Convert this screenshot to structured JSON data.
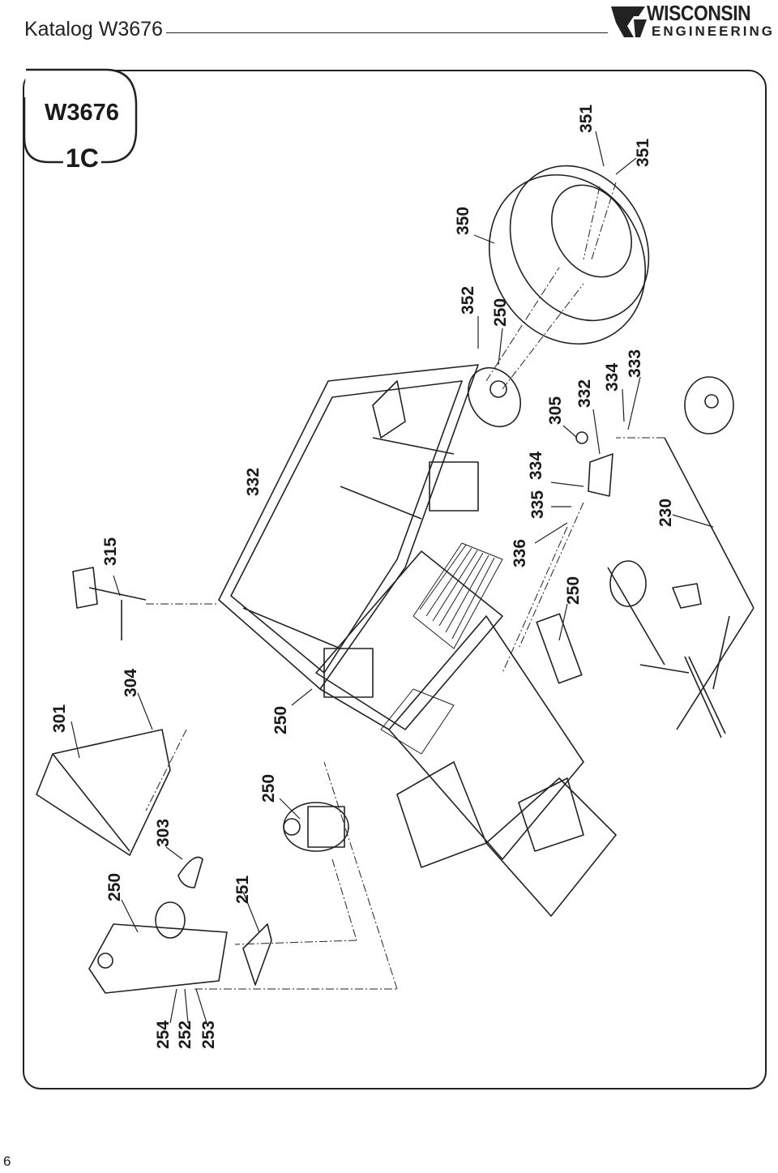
{
  "header": {
    "title": "Katalog W3676"
  },
  "logo": {
    "word1": "WISCONSIN",
    "word2": "ENGINEERING",
    "icon": "wisconsin-engineering-logo"
  },
  "badge": {
    "model": "W3676",
    "section": "1C"
  },
  "callouts": [
    {
      "id": "c301",
      "text": "301"
    },
    {
      "id": "c304",
      "text": "304"
    },
    {
      "id": "c315",
      "text": "315"
    },
    {
      "id": "c332a",
      "text": "332"
    },
    {
      "id": "c350",
      "text": "350"
    },
    {
      "id": "c351a",
      "text": "351"
    },
    {
      "id": "c351b",
      "text": "351"
    },
    {
      "id": "c352",
      "text": "352"
    },
    {
      "id": "c250a",
      "text": "250"
    },
    {
      "id": "c305",
      "text": "305"
    },
    {
      "id": "c332b",
      "text": "332"
    },
    {
      "id": "c334a",
      "text": "334"
    },
    {
      "id": "c333",
      "text": "333"
    },
    {
      "id": "c334b",
      "text": "334"
    },
    {
      "id": "c335",
      "text": "335"
    },
    {
      "id": "c336",
      "text": "336"
    },
    {
      "id": "c230",
      "text": "230"
    },
    {
      "id": "c250b",
      "text": "250"
    },
    {
      "id": "c250c",
      "text": "250"
    },
    {
      "id": "c250d",
      "text": "250"
    },
    {
      "id": "c303",
      "text": "303"
    },
    {
      "id": "c250e",
      "text": "250"
    },
    {
      "id": "c251",
      "text": "251"
    },
    {
      "id": "c254",
      "text": "254"
    },
    {
      "id": "c252",
      "text": "252"
    },
    {
      "id": "c253",
      "text": "253"
    }
  ],
  "page_number": "6"
}
